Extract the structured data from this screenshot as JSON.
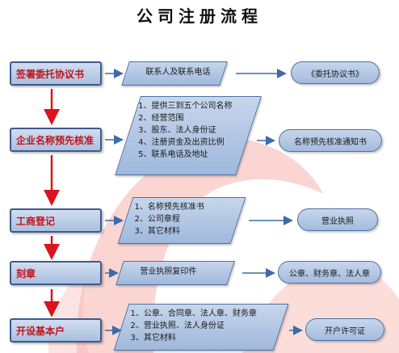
{
  "title": "公司注册流程",
  "steps": [
    {
      "label": "签署委托协议书",
      "docs": [
        "联系人及联系电话"
      ],
      "result": "《委托协议书》"
    },
    {
      "label": "企业名称预先核准",
      "docs": [
        "1、提供三到五个公司名称",
        "2、经营范围",
        "3、股东、法人身份证",
        "4、注册资金及出资比例",
        "5、联系电话及地址"
      ],
      "result": "名称预先核准通知书"
    },
    {
      "label": "工商登记",
      "docs": [
        "1、名称预先核准书",
        "2、公司章程",
        "3、其它材料"
      ],
      "result": "营业执照"
    },
    {
      "label": "刻章",
      "docs": [
        "营业执照复印件"
      ],
      "result": "公章、财务章、法人章"
    },
    {
      "label": "开设基本户",
      "docs": [
        "1、公章、合同章、法人章、财务章",
        "2、营业执照、法人身份证",
        "3、其它材料"
      ],
      "result": "开户许可证"
    }
  ],
  "colors": {
    "step_text": "#c2121a",
    "flow_arrow": "#d9141c",
    "connector": "#3f6aa8",
    "watermark": "#f2a8a4"
  }
}
